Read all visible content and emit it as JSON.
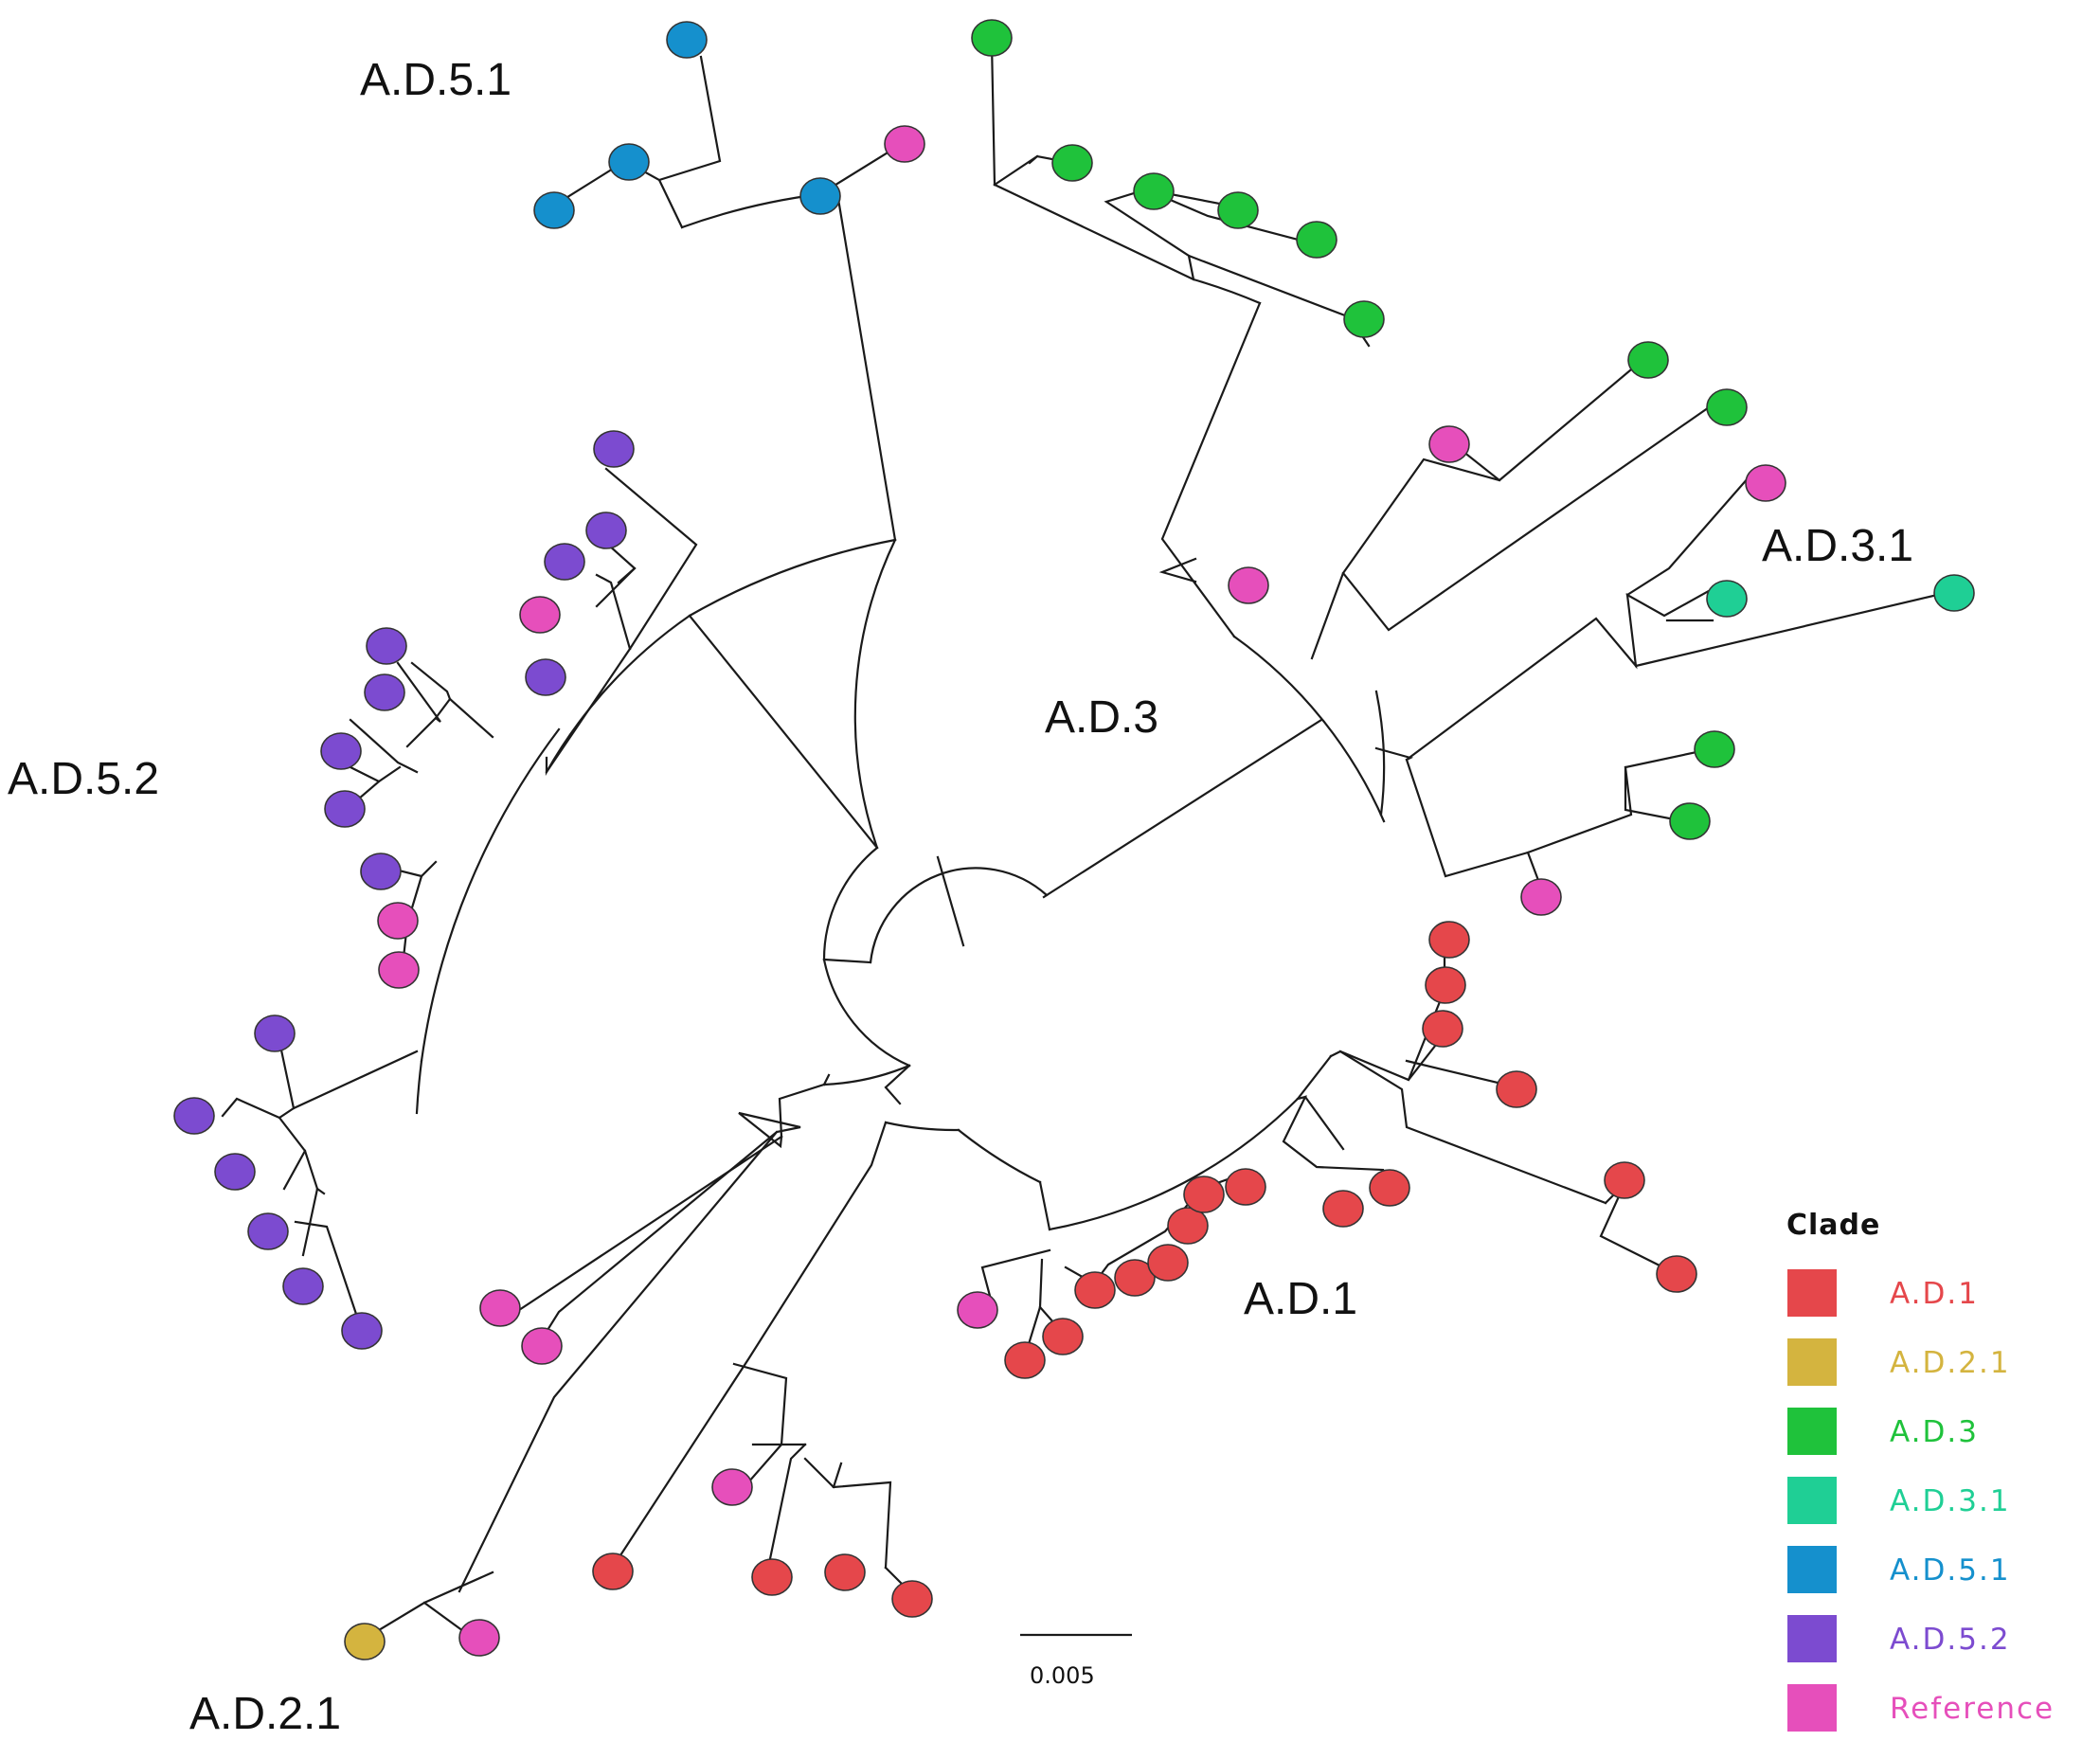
{
  "colors": {
    "A.D.1": "#e5474b",
    "A.D.2.1": "#d4b43f",
    "A.D.3": "#1fc23b",
    "A.D.3.1": "#1fcf95",
    "A.D.5.1": "#1590cd",
    "A.D.5.2": "#7c4bd0",
    "Reference": "#e64fbb"
  },
  "clade_labels": [
    "A.D.5.1",
    "A.D.5.2",
    "A.D.3",
    "A.D.3.1",
    "A.D.1",
    "A.D.2.1"
  ],
  "legend": {
    "title": "Clade",
    "items": [
      "A.D.1",
      "A.D.2.1",
      "A.D.3",
      "A.D.3.1",
      "A.D.5.1",
      "A.D.5.2",
      "Reference"
    ]
  },
  "scale_bar": {
    "label": "0.005"
  }
}
